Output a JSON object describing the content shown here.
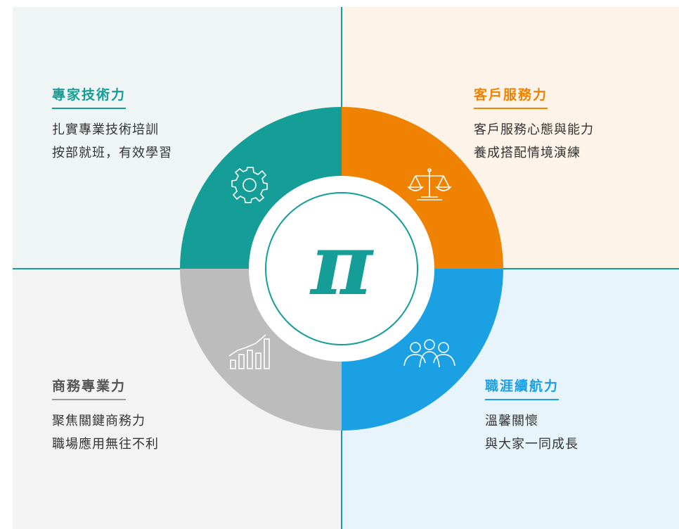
{
  "quadrants": {
    "tl": {
      "title": "專家技術力",
      "lines": [
        "扎實專業技術培訓",
        "按部就班，有效學習"
      ]
    },
    "tr": {
      "title": "客戶服務力",
      "lines": [
        "客戶服務心態與能力",
        "養成搭配情境演練"
      ]
    },
    "bl": {
      "title": "商務專業力",
      "lines": [
        "聚焦關鍵商務力",
        "職場應用無往不利"
      ]
    },
    "br": {
      "title": "職涯續航力",
      "lines": [
        "溫馨關懷",
        "與大家一同成長"
      ]
    }
  },
  "center": {
    "symbol": "π"
  },
  "colors": {
    "teal": "#159e97",
    "orange": "#ef8200",
    "gray": "#bcbcbc",
    "blue": "#1aa0e3",
    "heading_gray": "#555555"
  },
  "icons": [
    "gear-icon",
    "scales-icon",
    "bar-chart-icon",
    "people-icon"
  ]
}
